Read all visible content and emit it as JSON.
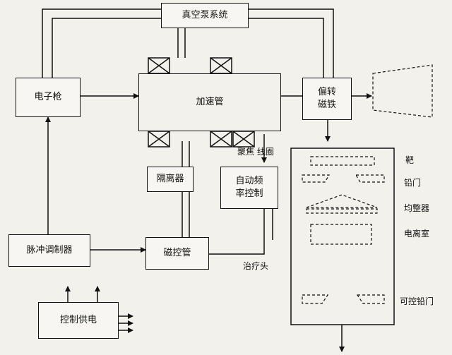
{
  "blocks": {
    "vacuum_pump": "真空泵系统",
    "electron_gun": "电子枪",
    "accelerator_tube": "加速管",
    "bending_magnet": "偏转\n磁铁",
    "isolator": "隔离器",
    "afc": "自动频\n率控制",
    "pulse_modulator": "脉冲调制器",
    "magnetron": "磁控管",
    "control_power": "控制供电"
  },
  "labels": {
    "focus_coil": "聚焦  线圈",
    "treatment_head": "治疗头",
    "target": "靶",
    "lead_gate": "铅门",
    "flattening_filter": "均整器",
    "ionization_chamber": "电离室",
    "controllable_lead_gate": "可控铅门"
  },
  "colors": {
    "line": "#111111",
    "background": "#f3f1ec"
  }
}
